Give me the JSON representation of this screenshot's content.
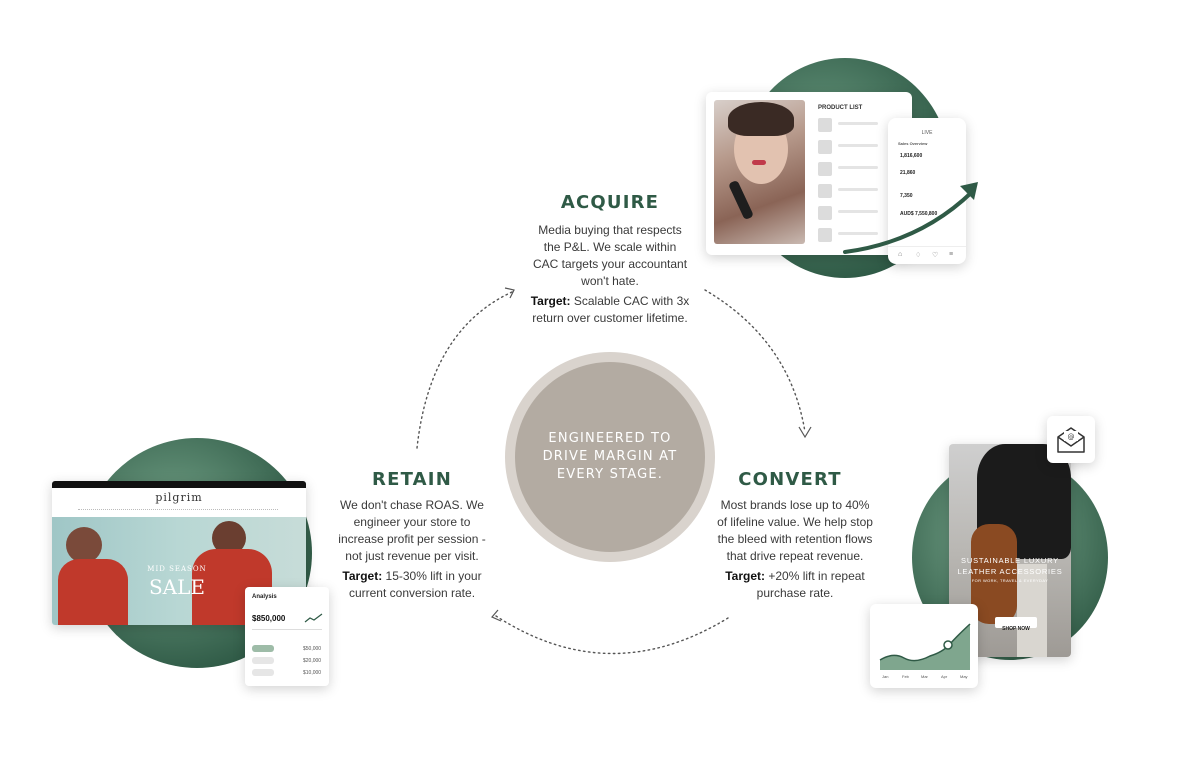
{
  "center": {
    "line1": "ENGINEERED TO",
    "line2": "DRIVE MARGIN AT",
    "line3": "EVERY STAGE."
  },
  "acquire": {
    "title": "ACQUIRE",
    "body": [
      "Media buying that respects",
      "the P&L. We scale within",
      "CAC targets your accountant",
      "won't hate."
    ],
    "target_label": "Target:",
    "target_text": [
      "Scalable CAC with 3x",
      "return over customer lifetime."
    ]
  },
  "convert": {
    "title": "CONVERT",
    "body": [
      "Most brands lose up to 40%",
      "of lifeline value. We help stop",
      "the bleed with retention flows",
      "that drive repeat revenue."
    ],
    "target_label": "Target:",
    "target_text": [
      "+20% lift in repeat",
      "purchase rate."
    ]
  },
  "retain": {
    "title": "RETAIN",
    "body": [
      "We don't chase ROAS. We",
      "engineer your store to",
      "increase profit per session -",
      "not just revenue per visit."
    ],
    "target_label": "Target:",
    "target_text": [
      "15-30% lift in your",
      "current conversion rate."
    ]
  },
  "acquire_mock": {
    "product_list": "PRODUCT LIST",
    "phone_header": "LIVE",
    "phone_subheader": "Sales Overview",
    "stats": [
      "1,816,600",
      "21,860",
      "7,350",
      "AUD$ 7,550,800"
    ]
  },
  "retain_mock": {
    "brand": "pilgrim",
    "sale_top": "MID SEASON",
    "sale_main": "SALE",
    "analysis_title": "Analysis",
    "analysis_value": "$850,000",
    "rows": [
      "$50,000",
      "$20,000",
      "$10,000"
    ]
  },
  "convert_mock": {
    "promo_line1": "SUSTAINABLE LUXURY",
    "promo_line2": "LEATHER ACCESSORIES",
    "promo_line3": "FOR WORK, TRAVEL & EVERYDAY",
    "shop_now": "SHOP NOW",
    "months": [
      "Jan",
      "Feb",
      "Mar",
      "Apr",
      "May"
    ]
  },
  "colors": {
    "green": "#2f5a46",
    "circle": "#b3aba2",
    "ring": "#d9d3cd"
  }
}
